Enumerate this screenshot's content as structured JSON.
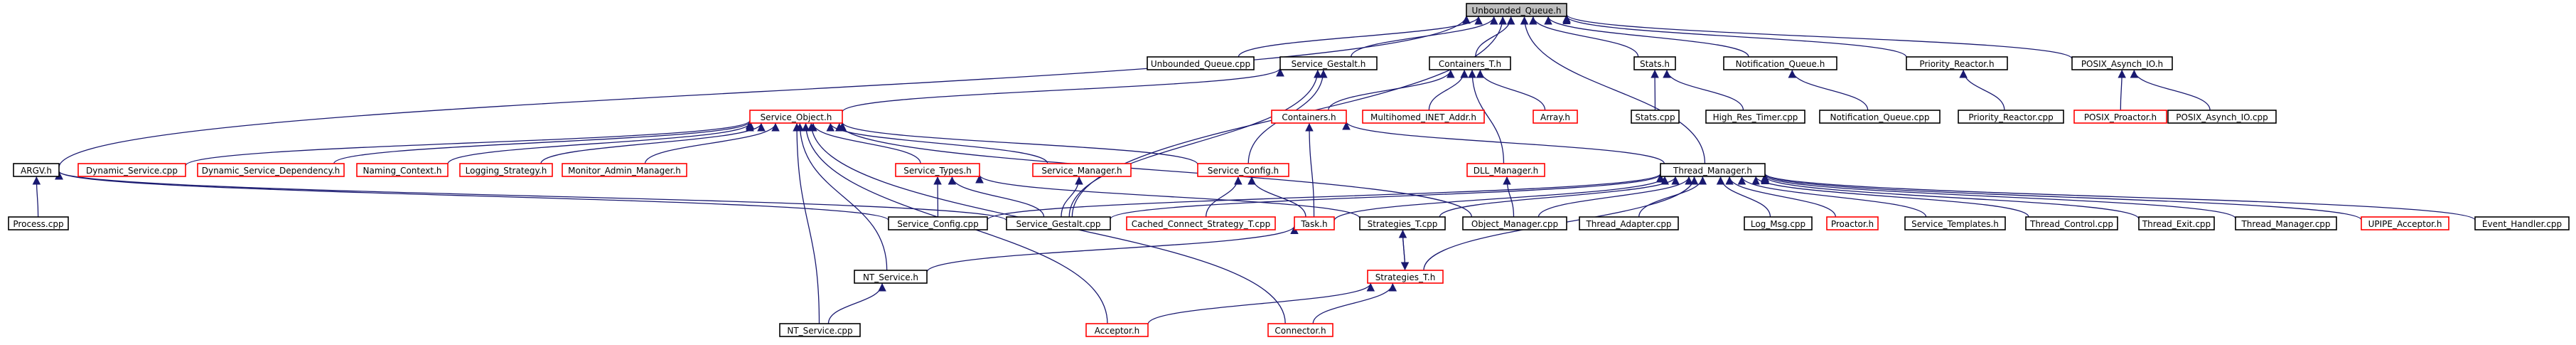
{
  "graph": {
    "root": "Unbounded_Queue.h",
    "colors": {
      "node_border": "#000000",
      "node_border_missing": "#ff0000",
      "root_fill": "#bfbfbf",
      "edge": "#191970"
    },
    "nodes": [
      {
        "id": "unb_h",
        "label": "Unbounded_Queue.h",
        "border": "black"
      },
      {
        "id": "unb_cpp",
        "label": "Unbounded_Queue.cpp",
        "border": "black"
      },
      {
        "id": "svc_gestalt_h",
        "label": "Service_Gestalt.h",
        "border": "black"
      },
      {
        "id": "containers_t_h",
        "label": "Containers_T.h",
        "border": "black"
      },
      {
        "id": "stats_h",
        "label": "Stats.h",
        "border": "black"
      },
      {
        "id": "notif_q_h",
        "label": "Notification_Queue.h",
        "border": "black"
      },
      {
        "id": "prio_reactor_h",
        "label": "Priority_Reactor.h",
        "border": "black"
      },
      {
        "id": "posix_asynch_h",
        "label": "POSIX_Asynch_IO.h",
        "border": "black"
      },
      {
        "id": "argv_h",
        "label": "ARGV.h",
        "border": "black"
      },
      {
        "id": "svc_object_h",
        "label": "Service_Object.h",
        "border": "red"
      },
      {
        "id": "containers_h",
        "label": "Containers.h",
        "border": "red"
      },
      {
        "id": "multihomed_h",
        "label": "Multihomed_INET_Addr.h",
        "border": "red"
      },
      {
        "id": "array_h",
        "label": "Array.h",
        "border": "red"
      },
      {
        "id": "stats_cpp",
        "label": "Stats.cpp",
        "border": "black"
      },
      {
        "id": "hrt_cpp",
        "label": "High_Res_Timer.cpp",
        "border": "black"
      },
      {
        "id": "notif_q_cpp",
        "label": "Notification_Queue.cpp",
        "border": "black"
      },
      {
        "id": "prio_reactor_cpp",
        "label": "Priority_Reactor.cpp",
        "border": "black"
      },
      {
        "id": "posix_proactor_h",
        "label": "POSIX_Proactor.h",
        "border": "red"
      },
      {
        "id": "posix_asynch_cpp",
        "label": "POSIX_Asynch_IO.cpp",
        "border": "black"
      },
      {
        "id": "process_cpp",
        "label": "Process.cpp",
        "border": "black"
      },
      {
        "id": "dyn_svc_cpp",
        "label": "Dynamic_Service.cpp",
        "border": "red"
      },
      {
        "id": "dyn_svc_dep_h",
        "label": "Dynamic_Service_Dependency.h",
        "border": "red"
      },
      {
        "id": "naming_ctx_h",
        "label": "Naming_Context.h",
        "border": "red"
      },
      {
        "id": "logging_strat_h",
        "label": "Logging_Strategy.h",
        "border": "red"
      },
      {
        "id": "monitor_admin_h",
        "label": "Monitor_Admin_Manager.h",
        "border": "red"
      },
      {
        "id": "svc_types_h",
        "label": "Service_Types.h",
        "border": "red"
      },
      {
        "id": "svc_manager_h",
        "label": "Service_Manager.h",
        "border": "red"
      },
      {
        "id": "svc_config_h",
        "label": "Service_Config.h",
        "border": "red"
      },
      {
        "id": "dll_manager_h",
        "label": "DLL_Manager.h",
        "border": "red"
      },
      {
        "id": "thread_manager_h",
        "label": "Thread_Manager.h",
        "border": "black"
      },
      {
        "id": "svc_config_cpp",
        "label": "Service_Config.cpp",
        "border": "black"
      },
      {
        "id": "svc_gestalt_cpp",
        "label": "Service_Gestalt.cpp",
        "border": "black"
      },
      {
        "id": "cached_conn_cpp",
        "label": "Cached_Connect_Strategy_T.cpp",
        "border": "red"
      },
      {
        "id": "task_h",
        "label": "Task.h",
        "border": "red"
      },
      {
        "id": "strategies_t_cpp",
        "label": "Strategies_T.cpp",
        "border": "black"
      },
      {
        "id": "object_manager_cpp",
        "label": "Object_Manager.cpp",
        "border": "black"
      },
      {
        "id": "thread_adapter_cpp",
        "label": "Thread_Adapter.cpp",
        "border": "black"
      },
      {
        "id": "log_msg_cpp",
        "label": "Log_Msg.cpp",
        "border": "black"
      },
      {
        "id": "proactor_h",
        "label": "Proactor.h",
        "border": "red"
      },
      {
        "id": "svc_templates_h",
        "label": "Service_Templates.h",
        "border": "black"
      },
      {
        "id": "thread_control_cpp",
        "label": "Thread_Control.cpp",
        "border": "black"
      },
      {
        "id": "thread_exit_cpp",
        "label": "Thread_Exit.cpp",
        "border": "black"
      },
      {
        "id": "thread_manager_cpp",
        "label": "Thread_Manager.cpp",
        "border": "black"
      },
      {
        "id": "upipe_acceptor_h",
        "label": "UPIPE_Acceptor.h",
        "border": "red"
      },
      {
        "id": "event_handler_cpp",
        "label": "Event_Handler.cpp",
        "border": "black"
      },
      {
        "id": "nt_service_h",
        "label": "NT_Service.h",
        "border": "black"
      },
      {
        "id": "strategies_t_h",
        "label": "Strategies_T.h",
        "border": "red"
      },
      {
        "id": "nt_service_cpp",
        "label": "NT_Service.cpp",
        "border": "black"
      },
      {
        "id": "acceptor_h",
        "label": "Acceptor.h",
        "border": "red"
      },
      {
        "id": "connector_h",
        "label": "Connector.h",
        "border": "red"
      }
    ],
    "edges": [
      [
        "unb_cpp",
        "unb_h"
      ],
      [
        "svc_gestalt_h",
        "unb_h"
      ],
      [
        "containers_t_h",
        "unb_h"
      ],
      [
        "stats_h",
        "unb_h"
      ],
      [
        "notif_q_h",
        "unb_h"
      ],
      [
        "prio_reactor_h",
        "unb_h"
      ],
      [
        "posix_asynch_h",
        "unb_h"
      ],
      [
        "argv_h",
        "unb_h"
      ],
      [
        "thread_manager_h",
        "unb_h"
      ],
      [
        "svc_gestalt_cpp",
        "unb_h"
      ],
      [
        "svc_object_h",
        "svc_gestalt_h"
      ],
      [
        "svc_gestalt_cpp",
        "svc_gestalt_h"
      ],
      [
        "svc_config_h",
        "svc_gestalt_h"
      ],
      [
        "containers_h",
        "containers_t_h"
      ],
      [
        "multihomed_h",
        "containers_t_h"
      ],
      [
        "array_h",
        "containers_t_h"
      ],
      [
        "dll_manager_h",
        "containers_t_h"
      ],
      [
        "stats_cpp",
        "stats_h"
      ],
      [
        "hrt_cpp",
        "stats_h"
      ],
      [
        "notif_q_cpp",
        "notif_q_h"
      ],
      [
        "prio_reactor_cpp",
        "prio_reactor_h"
      ],
      [
        "posix_proactor_h",
        "posix_asynch_h"
      ],
      [
        "posix_asynch_cpp",
        "posix_asynch_h"
      ],
      [
        "process_cpp",
        "argv_h"
      ],
      [
        "svc_config_cpp",
        "argv_h"
      ],
      [
        "svc_gestalt_cpp",
        "argv_h"
      ],
      [
        "dyn_svc_cpp",
        "svc_object_h"
      ],
      [
        "dyn_svc_dep_h",
        "svc_object_h"
      ],
      [
        "naming_ctx_h",
        "svc_object_h"
      ],
      [
        "logging_strat_h",
        "svc_object_h"
      ],
      [
        "monitor_admin_h",
        "svc_object_h"
      ],
      [
        "svc_types_h",
        "svc_object_h"
      ],
      [
        "svc_manager_h",
        "svc_object_h"
      ],
      [
        "svc_config_h",
        "svc_object_h"
      ],
      [
        "nt_service_h",
        "svc_object_h"
      ],
      [
        "nt_service_cpp",
        "svc_object_h"
      ],
      [
        "acceptor_h",
        "svc_object_h"
      ],
      [
        "connector_h",
        "svc_object_h"
      ],
      [
        "object_manager_cpp",
        "svc_object_h"
      ],
      [
        "thread_manager_h",
        "containers_h"
      ],
      [
        "task_h",
        "containers_h"
      ],
      [
        "object_manager_cpp",
        "dll_manager_h"
      ],
      [
        "svc_config_cpp",
        "svc_types_h"
      ],
      [
        "svc_gestalt_cpp",
        "svc_types_h"
      ],
      [
        "strategies_t_cpp",
        "svc_types_h"
      ],
      [
        "svc_gestalt_cpp",
        "svc_manager_h"
      ],
      [
        "cached_conn_cpp",
        "svc_config_h"
      ],
      [
        "task_h",
        "svc_config_h"
      ],
      [
        "svc_config_cpp",
        "thread_manager_h"
      ],
      [
        "svc_gestalt_cpp",
        "thread_manager_h"
      ],
      [
        "task_h",
        "thread_manager_h"
      ],
      [
        "strategies_t_cpp",
        "thread_manager_h"
      ],
      [
        "object_manager_cpp",
        "thread_manager_h"
      ],
      [
        "thread_adapter_cpp",
        "thread_manager_h"
      ],
      [
        "log_msg_cpp",
        "thread_manager_h"
      ],
      [
        "proactor_h",
        "thread_manager_h"
      ],
      [
        "svc_templates_h",
        "thread_manager_h"
      ],
      [
        "thread_control_cpp",
        "thread_manager_h"
      ],
      [
        "thread_exit_cpp",
        "thread_manager_h"
      ],
      [
        "thread_manager_cpp",
        "thread_manager_h"
      ],
      [
        "upipe_acceptor_h",
        "thread_manager_h"
      ],
      [
        "event_handler_cpp",
        "thread_manager_h"
      ],
      [
        "strategies_t_h",
        "thread_manager_h"
      ],
      [
        "nt_service_h",
        "task_h"
      ],
      [
        "strategies_t_h",
        "strategies_t_cpp"
      ],
      [
        "strategies_t_cpp",
        "strategies_t_h"
      ],
      [
        "nt_service_cpp",
        "nt_service_h"
      ],
      [
        "acceptor_h",
        "strategies_t_h"
      ],
      [
        "connector_h",
        "strategies_t_h"
      ]
    ]
  }
}
